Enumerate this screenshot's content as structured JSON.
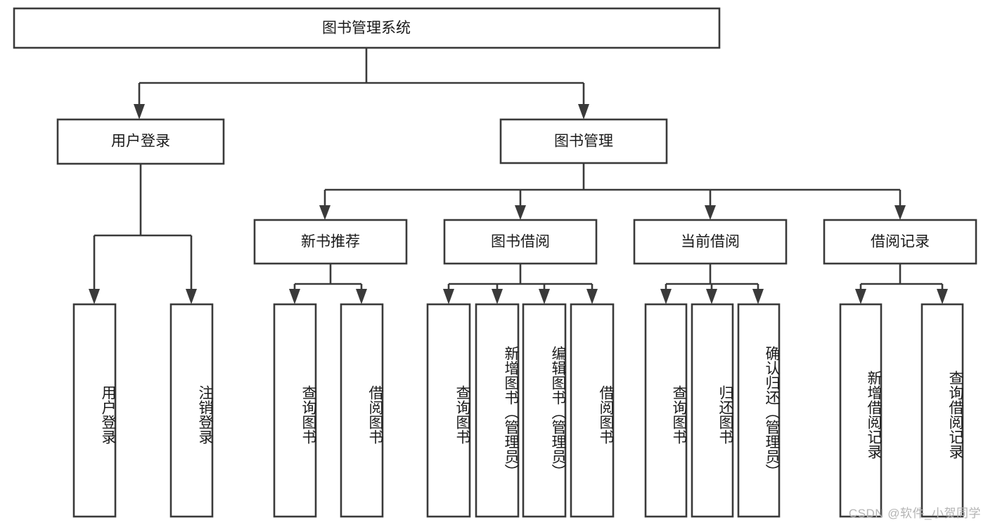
{
  "diagram": {
    "title": "图书管理系统",
    "type": "functional-decomposition-tree",
    "watermark": "CSDN @软件_小贺同学",
    "colors": {
      "stroke": "#3a3a3a",
      "box_fill": "#ffffff",
      "text": "#1a1a1a",
      "watermark": "#b4b4b4",
      "background": "#ffffff"
    },
    "root": {
      "label": "图书管理系统"
    },
    "level2": [
      {
        "label": "用户登录"
      },
      {
        "label": "图书管理"
      }
    ],
    "level3": [
      {
        "label": "新书推荐"
      },
      {
        "label": "图书借阅"
      },
      {
        "label": "当前借阅"
      },
      {
        "label": "借阅记录"
      }
    ],
    "leaves": {
      "user_login": [
        {
          "label": "用户登录"
        },
        {
          "label": "注销登录"
        }
      ],
      "new_book_recommend": [
        {
          "label": "查询图书"
        },
        {
          "label": "借阅图书"
        }
      ],
      "book_borrow": [
        {
          "label": "查询图书"
        },
        {
          "label": "新增图书（管理员）"
        },
        {
          "label": "编辑图书（管理员）"
        },
        {
          "label": "借阅图书"
        }
      ],
      "current_borrow": [
        {
          "label": "查询图书"
        },
        {
          "label": "归还图书"
        },
        {
          "label": "确认归还（管理员）"
        }
      ],
      "borrow_record": [
        {
          "label": "新增借阅记录"
        },
        {
          "label": "查询借阅记录"
        }
      ]
    }
  }
}
